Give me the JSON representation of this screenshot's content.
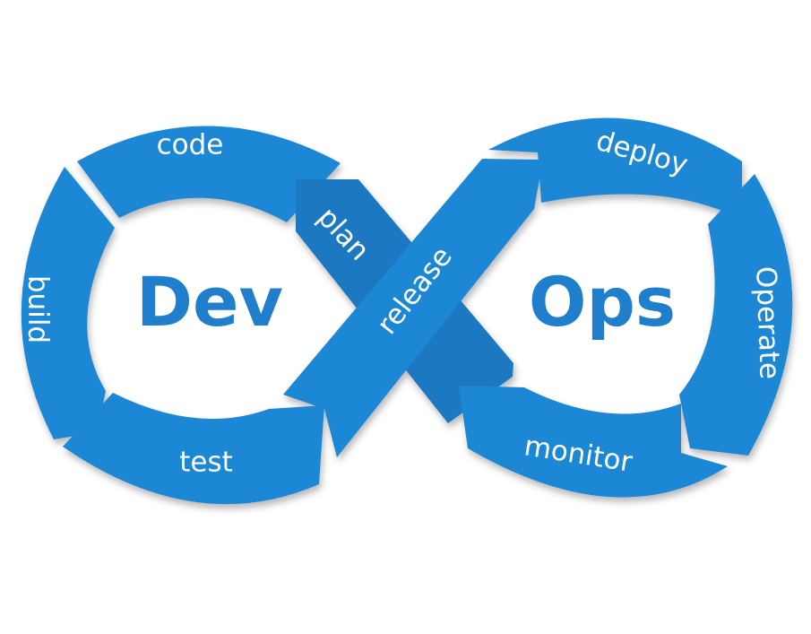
{
  "hubs": {
    "dev": "Dev",
    "ops": "Ops"
  },
  "stages": {
    "plan": "plan",
    "code": "code",
    "build": "build",
    "test": "test",
    "release": "release",
    "deploy": "deploy",
    "operate": "Operate",
    "monitor": "monitor"
  },
  "colors": {
    "segment": "#1f87d4",
    "hub_text": "#1f7fcc",
    "background": "#ffffff"
  }
}
